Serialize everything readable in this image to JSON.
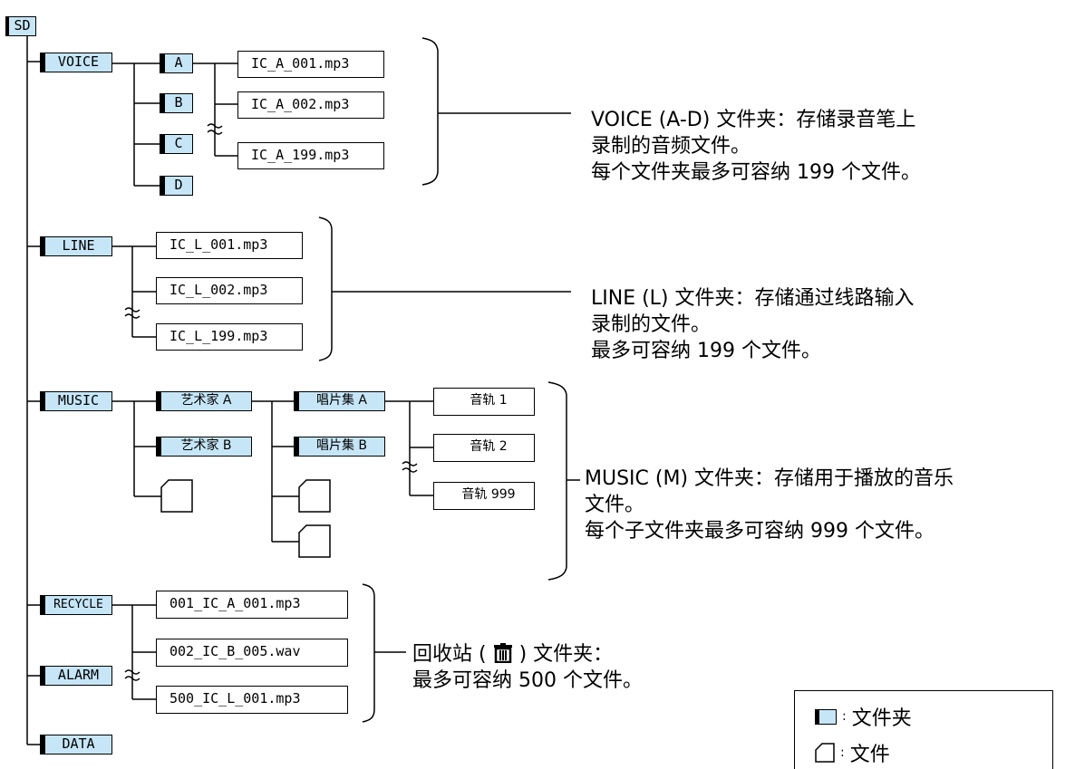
{
  "root": {
    "label": "SD"
  },
  "voice": {
    "folder": "VOICE",
    "subfolders": [
      "A",
      "B",
      "C",
      "D"
    ],
    "files": [
      "IC_A_001.mp3",
      "IC_A_002.mp3",
      "IC_A_199.mp3"
    ],
    "description": [
      "VOICE (A-D) 文件夹：存储录音笔上",
      "录制的音频文件。",
      "每个文件夹最多可容纳 199 个文件。"
    ]
  },
  "line": {
    "folder": "LINE",
    "files": [
      "IC_L_001.mp3",
      "IC_L_002.mp3",
      "IC_L_199.mp3"
    ],
    "description": [
      "LINE (L) 文件夹：存储通过线路输入",
      "录制的文件。",
      "最多可容纳 199 个文件。"
    ]
  },
  "music": {
    "folder": "MUSIC",
    "artists": [
      "艺术家 A",
      "艺术家 B"
    ],
    "albums": [
      "唱片集 A",
      "唱片集 B"
    ],
    "tracks": [
      "音轨 1",
      "音轨 2",
      "音轨 999"
    ],
    "description": [
      "MUSIC (M) 文件夹：存储用于播放的音乐",
      "文件。",
      "每个子文件夹最多可容纳 999 个文件。"
    ]
  },
  "recycle": {
    "folder": "RECYCLE",
    "files": [
      "001_IC_A_001.mp3",
      "002_IC_B_005.wav",
      "500_IC_L_001.mp3"
    ],
    "description_line1_pre": "回收站 (",
    "description_line1_post": ") 文件夹：",
    "description_line2": "最多可容纳 500 个文件。",
    "icon": "trash-icon"
  },
  "alarm": {
    "folder": "ALARM"
  },
  "data": {
    "folder": "DATA"
  },
  "legend": {
    "folder_label": "文件夹",
    "file_label": "文件",
    "colon": ":"
  },
  "colors": {
    "folder_fill": "#c6e6f7",
    "line": "#000000"
  }
}
